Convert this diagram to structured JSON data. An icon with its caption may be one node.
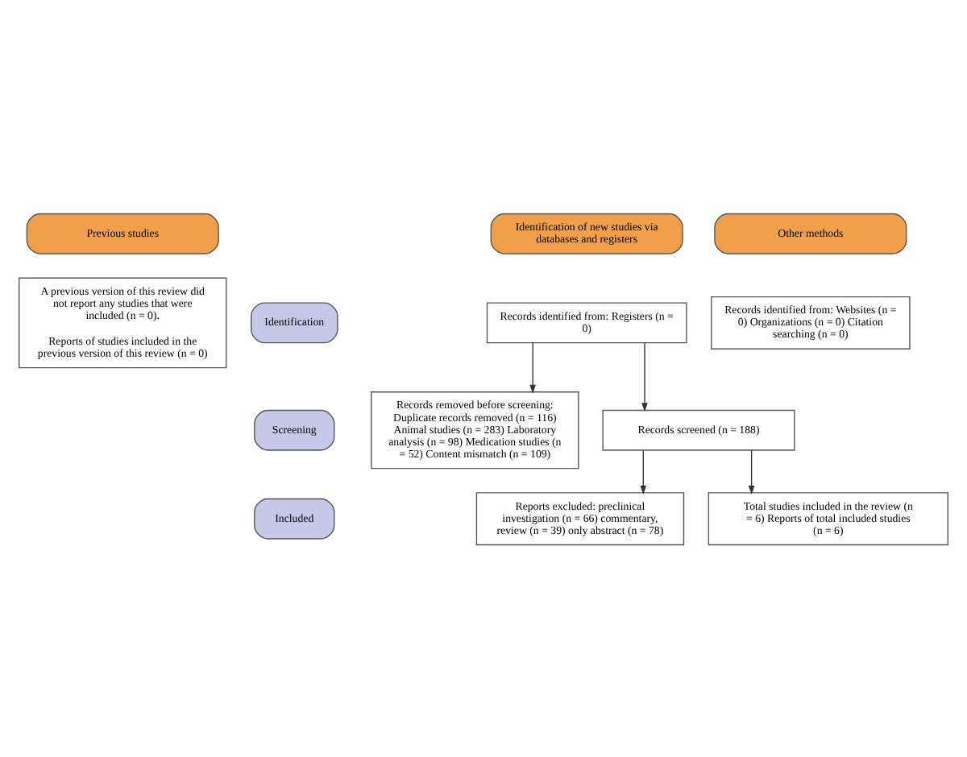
{
  "diagram": {
    "nodes": [
      {
        "text": [
          "Previous studies"
        ]
      },
      {
        "text": [
          "Identification of new studies via databases and registers"
        ]
      },
      {
        "text": [
          "Other methods"
        ]
      },
      {
        "text": [
          "Identification"
        ]
      },
      {
        "text": [
          "Screening"
        ]
      },
      {
        "text": [
          "Included"
        ]
      },
      {
        "text": [
          "A previous version of this review did not report any studies that were included (n = 0).",
          "Reports of studies included in the previous version of this review (n = 0)"
        ]
      },
      {
        "text": [
          "Records identified from: Registers (n = 0)"
        ]
      },
      {
        "text": [
          "Records identified from: Websites (n = 0) Organizations (n = 0) Citation searching (n = 0)"
        ]
      },
      {
        "text": [
          "Records removed before screening: Duplicate records removed (n = 116) Animal studies (n = 283) Laboratory analysis (n = 98) Medication studies (n = 52) Content mismatch (n = 109)"
        ]
      },
      {
        "text": [
          "Records screened (n = 188)"
        ]
      },
      {
        "text": [
          "Reports excluded: preclinical investigation (n = 66) commentary, review (n = 39) only abstract (n = 78)"
        ]
      },
      {
        "text": [
          "Total studies included in the review (n = 6) Reports of total included studies (n = 6)"
        ]
      }
    ],
    "edges": [
      {
        "from": 7,
        "to": 9,
        "arrow": "to"
      },
      {
        "from": 7,
        "to": 10,
        "arrow": "to"
      },
      {
        "from": 10,
        "to": 11,
        "arrow": "to"
      },
      {
        "from": 10,
        "to": 12,
        "arrow": "to"
      }
    ]
  }
}
